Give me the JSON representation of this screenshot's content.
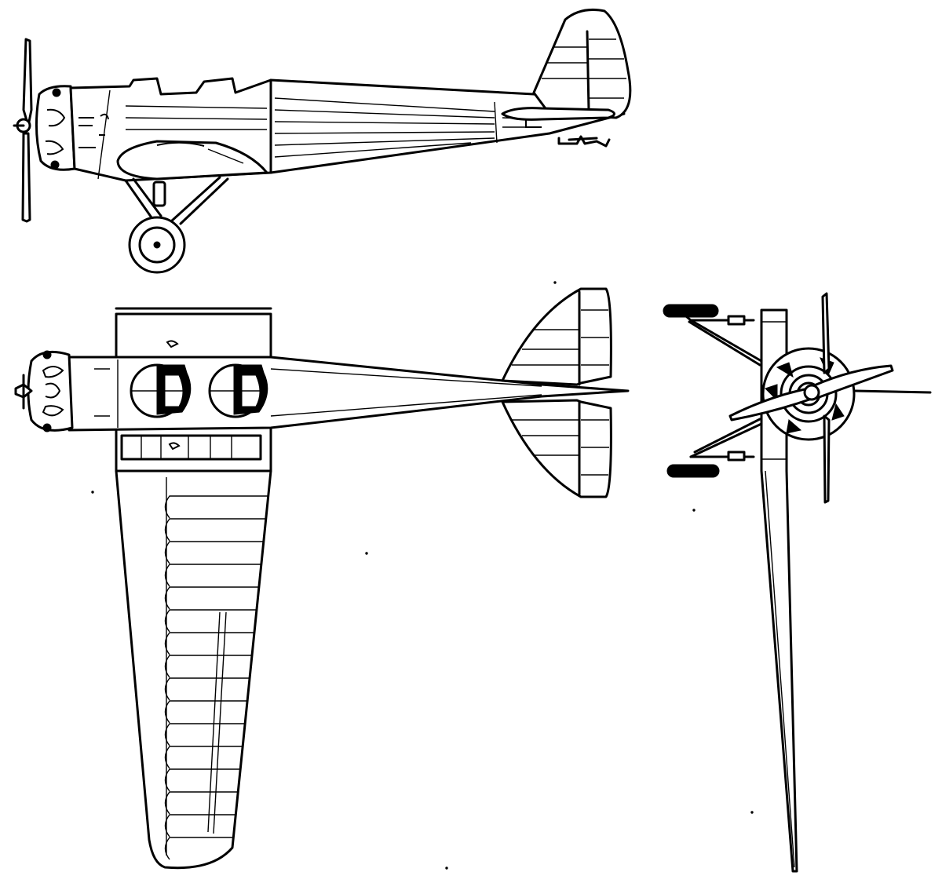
{
  "figure": {
    "views": [
      "side-view",
      "top-view",
      "front-view"
    ],
    "colors": {
      "line": "#000000",
      "background": "#ffffff"
    }
  }
}
